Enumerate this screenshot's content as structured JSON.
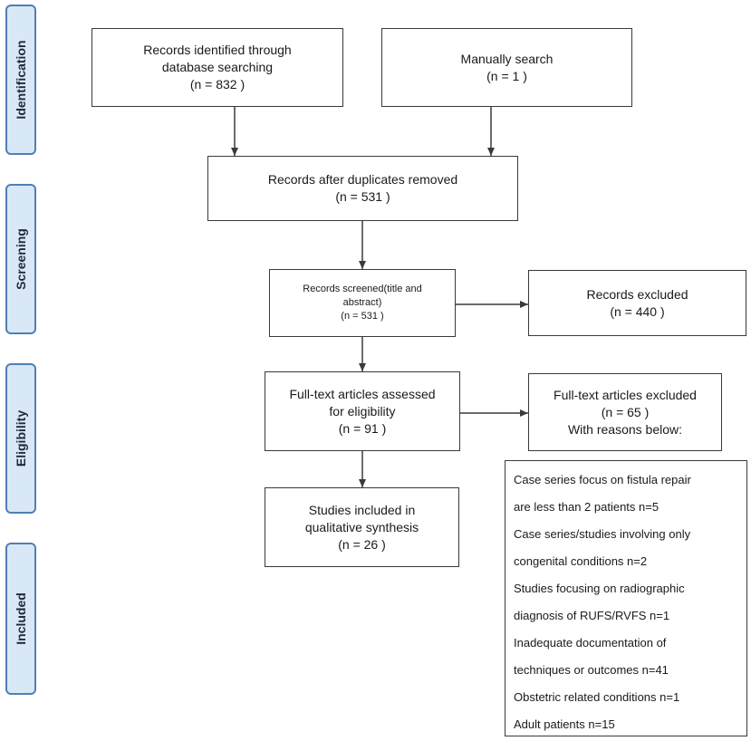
{
  "phases": {
    "identification": "Identification",
    "screening": "Screening",
    "eligibility": "Eligibility",
    "included": "Included"
  },
  "boxes": {
    "records_identified": [
      "Records identified through",
      "database searching",
      "(n = 832 )"
    ],
    "manual_search": [
      "Manually search",
      "(n =  1 )"
    ],
    "after_duplicates": [
      "Records after duplicates removed",
      "(n = 531  )"
    ],
    "screened": [
      "Records screened(title and",
      "abstract)",
      "(n = 531  )"
    ],
    "excluded": [
      "Records excluded",
      "(n = 440 )"
    ],
    "fulltext_assessed": [
      "Full-text articles assessed",
      "for eligibility",
      "(n = 91  )"
    ],
    "fulltext_excluded": [
      "Full-text articles excluded",
      "(n = 65  )",
      "With reasons below:"
    ],
    "studies_included": [
      "Studies included in",
      "qualitative synthesis",
      "(n = 26  )"
    ]
  },
  "exclusion_reasons": [
    "Case series focus on fistula repair",
    "are less than 2 patients  n=5",
    "Case series/studies involving only",
    "congenital conditions n=2",
    "Studies focusing on radiographic",
    "diagnosis of RUFS/RVFS n=1",
    "Inadequate documentation of",
    "techniques or outcomes n=41",
    "Obstetric related conditions n=1",
    "Adult patients n=15"
  ],
  "colors": {
    "phase_fill": "#d9e8f6",
    "phase_border": "#4f7fb5",
    "line": "#3a3a3a"
  }
}
